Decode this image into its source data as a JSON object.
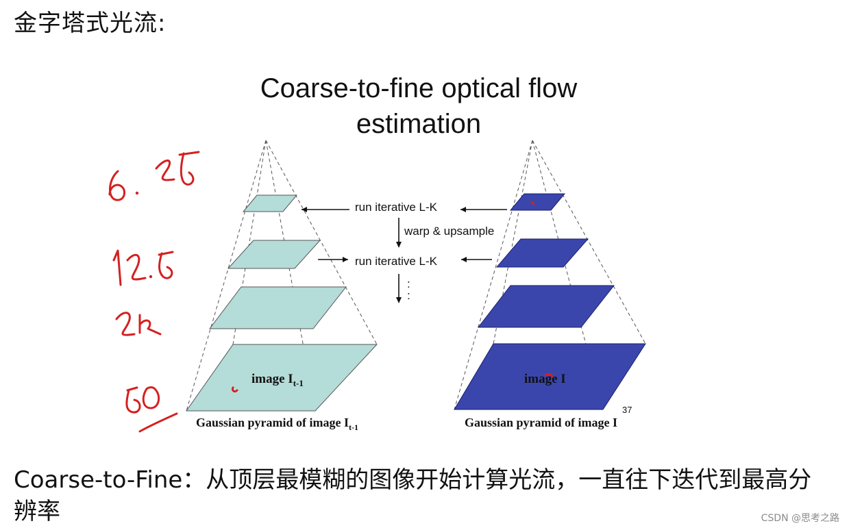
{
  "heading": "金字塔式光流:",
  "slide": {
    "title_line1": "Coarse-to-fine optical flow",
    "title_line2": "estimation",
    "step_top": "run iterative L-K",
    "step_warp": "warp & upsample",
    "step_second": "run iterative L-K",
    "continuation": ":",
    "left_image_label": "image I",
    "left_image_sub": "t-1",
    "right_image_label": "image I",
    "left_caption": "Gaussian pyramid of image I",
    "left_caption_sub": "t-1",
    "right_caption": "Gaussian pyramid of image I",
    "slide_number": "37"
  },
  "annotations": {
    "level_1": "6.25",
    "level_2": "12.5",
    "level_3": "25",
    "level_4": "50"
  },
  "caption": "Coarse-to-Fine：从顶层最模糊的图像开始计算光流，一直往下迭代到最高分辨率",
  "watermark": "CSDN @思考之路",
  "colors": {
    "left_layer_fill": "#b4dcd8",
    "right_layer_fill": "#3a46ac",
    "annotation_ink": "#d42020"
  }
}
